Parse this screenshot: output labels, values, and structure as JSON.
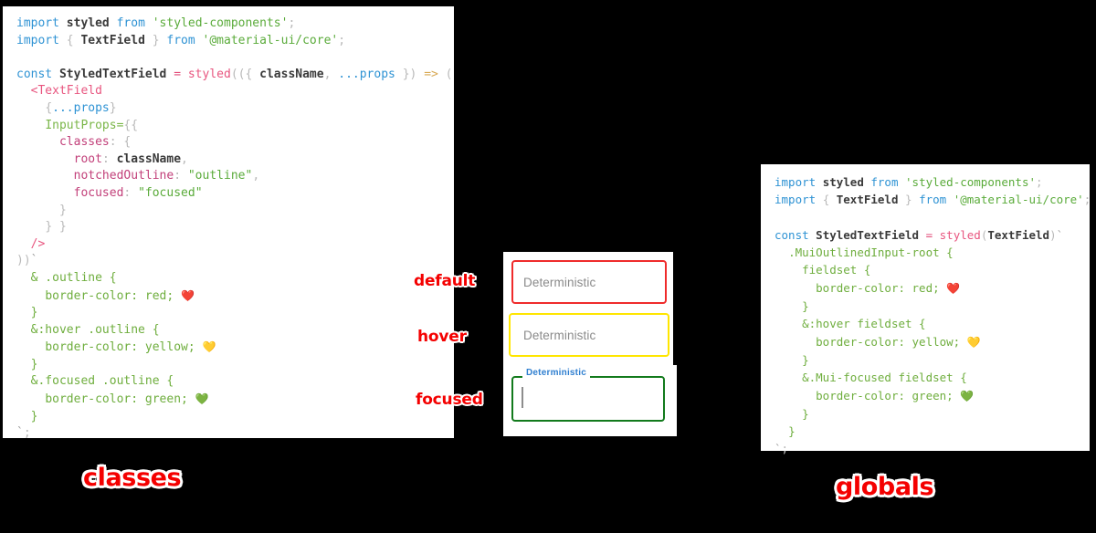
{
  "background_color": "#000000",
  "panels": {
    "left": {
      "name": "classes",
      "caption": "classes",
      "code_lines": [
        "import styled from 'styled-components';",
        "import { TextField } from '@material-ui/core';",
        "",
        "const StyledTextField = styled(({ className, ...props }) => (",
        "  <TextField",
        "    {...props}",
        "    InputProps={{",
        "      classes: {",
        "        root: className,",
        "        notchedOutline: \"outline\",",
        "        focused: \"focused\"",
        "      }",
        "    }}",
        "  />",
        "))`",
        "  & .outline {",
        "    border-color: red; ❤️",
        "  }",
        "  &:hover .outline {",
        "    border-color: yellow; 💛",
        "  }",
        "  &.focused .outline {",
        "    border-color: green; 💚",
        "  }",
        "`;"
      ]
    },
    "right": {
      "name": "globals",
      "caption": "globals",
      "code_lines": [
        "import styled from 'styled-components';",
        "import { TextField } from '@material-ui/core';",
        "",
        "const StyledTextField = styled(TextField)`",
        "  .MuiOutlinedInput-root {",
        "    fieldset {",
        "      border-color: red; ❤️",
        "    }",
        "    &:hover fieldset {",
        "      border-color: yellow; 💛",
        "    }",
        "    &.Mui-focused fieldset {",
        "      border-color: green; 💚",
        "    }",
        "  }",
        "`;"
      ]
    },
    "demo": {
      "fields": [
        {
          "state": "default",
          "label": "Deterministic",
          "border_color": "#ef2b2b",
          "annotation": "default"
        },
        {
          "state": "hover",
          "label": "Deterministic",
          "border_color": "#ffe600",
          "annotation": "hover"
        },
        {
          "state": "focused",
          "label": "Deterministic",
          "border_color": "#127a1c",
          "annotation": "focused",
          "legend_color": "#2f7fd0",
          "value": ""
        }
      ]
    }
  },
  "annotations": {
    "default": "default",
    "hover": "hover",
    "focused": "focused",
    "color": "#f40000"
  },
  "tokens": {
    "import": "import",
    "from": "from",
    "const": "const",
    "styled": "styled",
    "TextField": "TextField",
    "StyledTextField": "StyledTextField",
    "styled_components": "'styled-components';",
    "material_ui": "'@material-ui/core';",
    "className": "className",
    "props": "...props",
    "arrow": "=>",
    "InputProps": "InputProps={{",
    "classes_key": "classes",
    "root_key": "root",
    "notched_key": "notchedOutline",
    "focused_key": "focused",
    "outline_str": "\"outline\"",
    "focused_str": "\"focused\""
  },
  "emoji": {
    "red_heart": "❤️",
    "yellow_heart": "💛",
    "green_heart": "💚"
  }
}
